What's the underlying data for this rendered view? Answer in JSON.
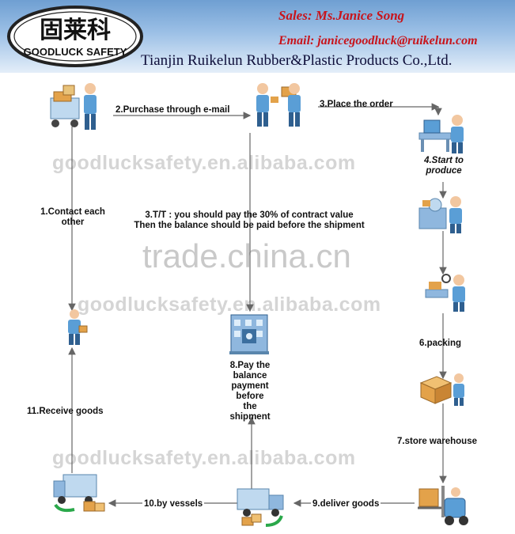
{
  "header": {
    "logo_chinese": "固莱科",
    "logo_text": "GOODLUCK SAFETY",
    "sales": "Sales: Ms.Janice Song",
    "email": "Email: janicegoodluck@ruikelun.com",
    "company": "Tianjin Ruikelun Rubber&Plastic Products Co.,Ltd."
  },
  "watermarks": {
    "alibaba_1": "goodlucksafety.en.alibaba.com",
    "alibaba_2": "goodlucksafety.en.alibaba.com",
    "alibaba_3": "goodlucksafety.en.alibaba.com",
    "tradechina": "trade.china.cn"
  },
  "steps": {
    "s1_line1": "1.Contact each",
    "s1_line2": "other",
    "s2": "2.Purchase through e-mail",
    "s3": "3.Place the order",
    "s4_line1": "4.Start to",
    "s4_line2": "produce",
    "s5_line1": "3.T/T : you should pay the 30% of contract value",
    "s5_line2": "Then the balance should be paid before the shipment",
    "s6": "6.packing",
    "s7": "7.store warehouse",
    "s8_line1": "8.Pay the",
    "s8_line2": "balance",
    "s8_line3": "payment",
    "s8_line4": "before",
    "s8_line5": "the",
    "s8_line6": "shipment",
    "s9": "9.deliver goods",
    "s10": "10.by  vessels",
    "s11": "11.Receive goods"
  },
  "colors": {
    "header_top": "#6f9fd2",
    "header_bottom": "#e4eef9",
    "header_text": "#c8141b",
    "flow_line": "#666666",
    "person_blue": "#5a9ed6",
    "box_orange": "#e3a24a",
    "truck_green": "#2aa84a"
  }
}
